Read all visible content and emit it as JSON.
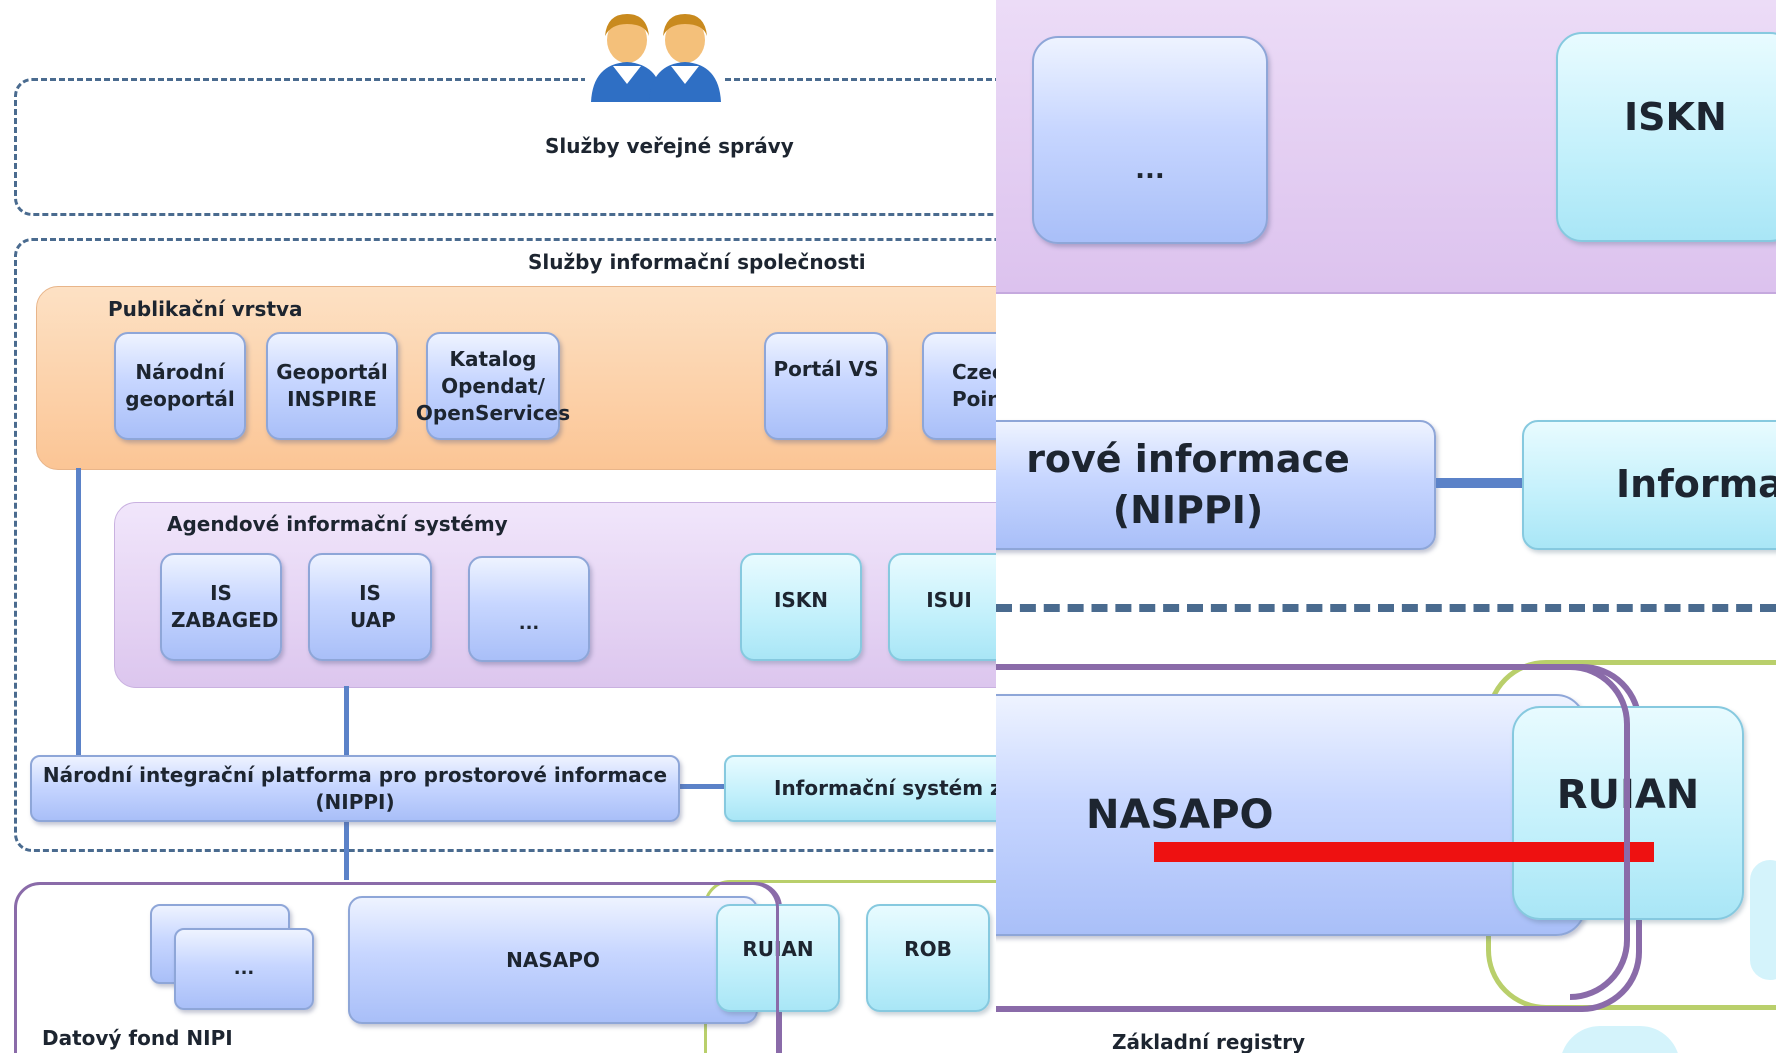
{
  "left": {
    "public_services": {
      "title": "Služby veřejné správy"
    },
    "info_society": {
      "title": "Služby informační společnosti"
    },
    "publication_layer": {
      "title": "Publikační vrstva",
      "items": [
        "Národní geoportál",
        "Geoportál INSPIRE",
        "Katalog Opendat/ OpenServices",
        "Portál VS",
        "Czec Poin"
      ]
    },
    "agenda_systems": {
      "title": "Agendové informační systémy",
      "items": [
        "IS ZABAGED",
        "IS UAP",
        "...",
        "ISKN",
        "ISUI"
      ]
    },
    "nippi": "Národní integrační platforma pro prostorové informace (NIPPI)",
    "info_system": "Informační systém zák",
    "data_fund": {
      "title": "Datový fond NIPI",
      "items": [
        "...",
        "NASAPO",
        "RUIAN",
        "ROB"
      ]
    }
  },
  "right": {
    "top_items": [
      "...",
      "ISKN"
    ],
    "nippi_fragment": "rové informace (NIPPI)",
    "info_fragment": "Informa",
    "nasapo": "NASAPO",
    "ruian": "RUIAN",
    "base_registers": "Základní registry"
  },
  "colors": {
    "publication_bg": "#fcc9a0",
    "agenda_bg": "#e4d2f2",
    "dash": "#4a6b8f",
    "strike": "#ee1111"
  }
}
